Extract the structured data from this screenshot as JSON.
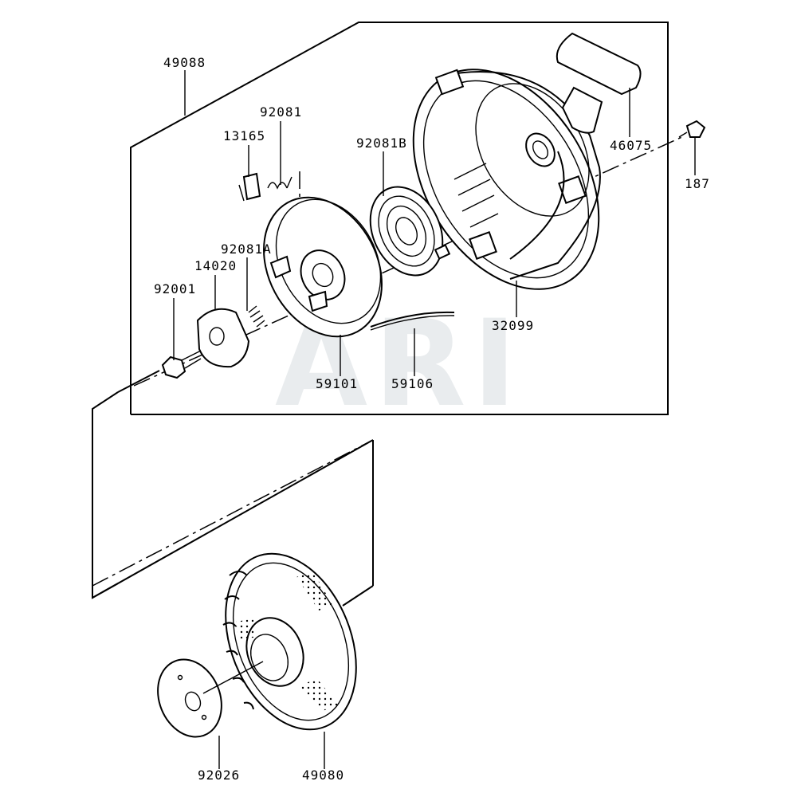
{
  "watermark": "ARI",
  "labels": {
    "p49088": "49088",
    "p92081": "92081",
    "p13165": "13165",
    "p92081B": "92081B",
    "p46075": "46075",
    "p187": "187",
    "p92081A": "92081A",
    "p14020": "14020",
    "p92001": "92001",
    "p32099": "32099",
    "p59101": "59101",
    "p59106": "59106",
    "p92026": "92026",
    "p49080": "49080"
  }
}
